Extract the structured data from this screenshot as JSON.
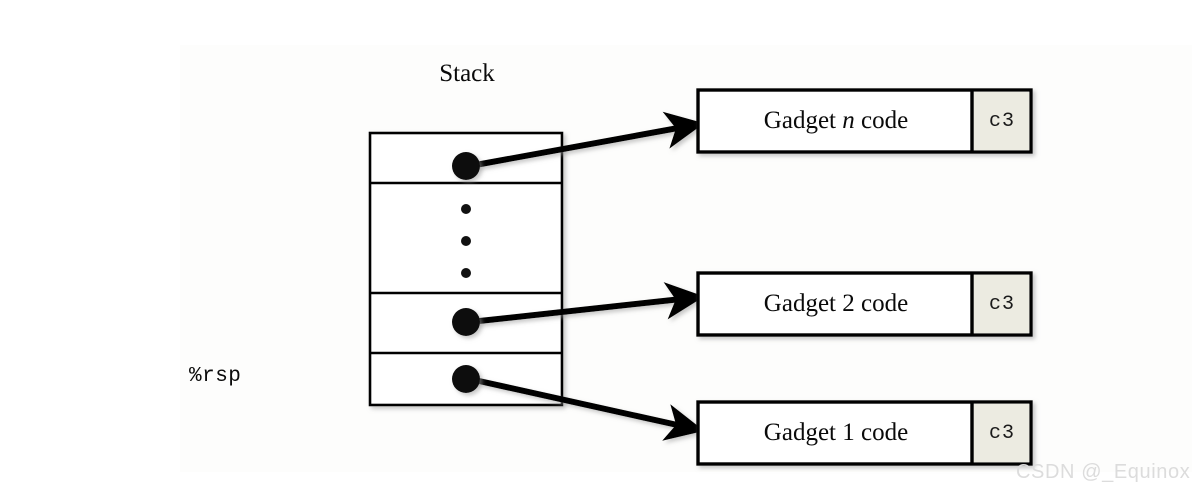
{
  "figure": {
    "title": "Stack",
    "register_label": "%rsp",
    "watermark": "CSDN @_Equinox",
    "ellipsis_dots": 3,
    "colors": {
      "background": "#ffffff",
      "panel": "#fdfdfc",
      "stroke": "#000000",
      "c3_cell_fill": "#ecebe1",
      "watermark": "#dcdcdc"
    },
    "stack": {
      "label": "Stack",
      "slots": [
        {
          "name": "gadget-n-pointer",
          "content": "pointer"
        },
        {
          "name": "ellipsis-slot",
          "content": "dots"
        },
        {
          "name": "gadget-2-pointer",
          "content": "pointer"
        },
        {
          "name": "gadget-1-pointer",
          "content": "pointer"
        }
      ]
    },
    "gadgets": [
      {
        "id": "gadget-n",
        "code_label_pre": "Gadget ",
        "code_label_var": "n",
        "code_label_post": " code",
        "ret_byte": "c3"
      },
      {
        "id": "gadget-2",
        "code_label_pre": "Gadget ",
        "code_label_var": "2",
        "code_label_post": " code",
        "ret_byte": "c3"
      },
      {
        "id": "gadget-1",
        "code_label_pre": "Gadget ",
        "code_label_var": "1",
        "code_label_post": " code",
        "ret_byte": "c3"
      }
    ]
  }
}
